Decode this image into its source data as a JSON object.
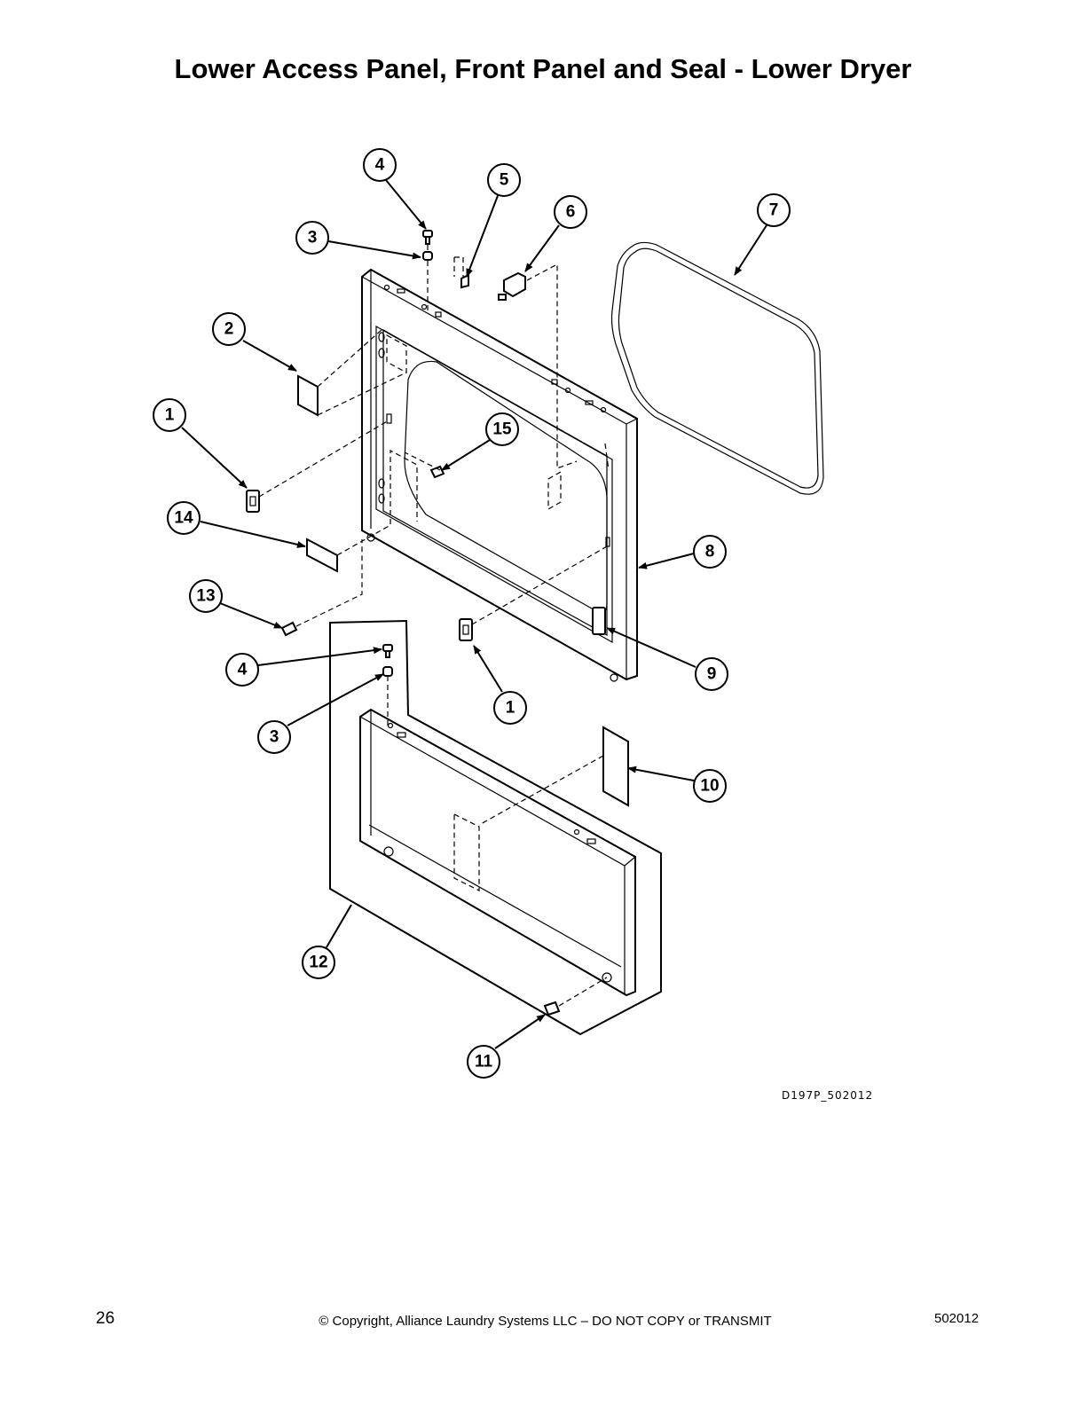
{
  "page": {
    "title": "Lower Access Panel, Front Panel and Seal - Lower Dryer",
    "drawing_code": "D197P_502012",
    "page_number": "26",
    "copyright": "© Copyright, Alliance Laundry Systems LLC – DO NOT COPY or TRANSMIT",
    "document_number": "502012"
  },
  "callouts": [
    {
      "label": "4"
    },
    {
      "label": "5"
    },
    {
      "label": "6"
    },
    {
      "label": "7"
    },
    {
      "label": "3"
    },
    {
      "label": "2"
    },
    {
      "label": "1"
    },
    {
      "label": "15"
    },
    {
      "label": "14"
    },
    {
      "label": "8"
    },
    {
      "label": "13"
    },
    {
      "label": "4"
    },
    {
      "label": "9"
    },
    {
      "label": "1"
    },
    {
      "label": "3"
    },
    {
      "label": "10"
    },
    {
      "label": "12"
    },
    {
      "label": "11"
    }
  ]
}
